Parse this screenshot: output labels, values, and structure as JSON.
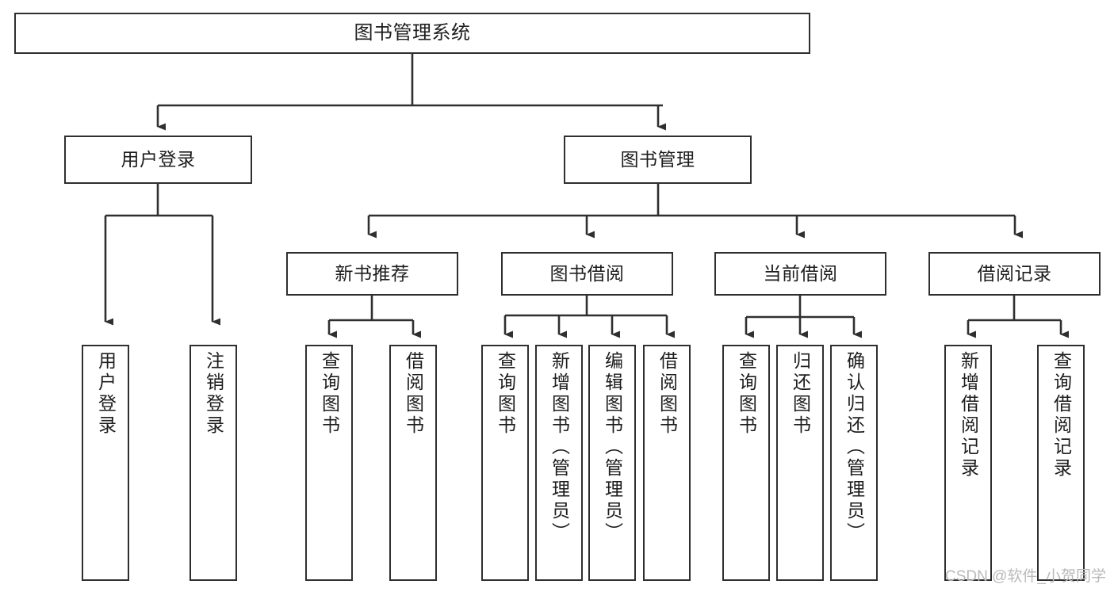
{
  "diagram": {
    "title": "图书管理系统",
    "type": "tree-hierarchy",
    "line_color": "#2f2f2f",
    "box_fill": "#ffffff",
    "text_color": "#1d1d1d"
  },
  "root": {
    "label": "图书管理系统"
  },
  "level1": [
    {
      "label": "用户登录"
    },
    {
      "label": "图书管理"
    }
  ],
  "level2": [
    {
      "label": "新书推荐"
    },
    {
      "label": "图书借阅"
    },
    {
      "label": "当前借阅"
    },
    {
      "label": "借阅记录"
    }
  ],
  "leaves": {
    "user_login": [
      {
        "label": "用户登录"
      },
      {
        "label": "注销登录"
      }
    ],
    "new_book_rec": [
      {
        "label": "查询图书"
      },
      {
        "label": "借阅图书"
      }
    ],
    "book_borrow": [
      {
        "label": "查询图书"
      },
      {
        "label": "新增图书（管理员）"
      },
      {
        "label": "编辑图书（管理员）"
      },
      {
        "label": "借阅图书"
      }
    ],
    "current_borrow": [
      {
        "label": "查询图书"
      },
      {
        "label": "归还图书"
      },
      {
        "label": "确认归还（管理员）"
      }
    ],
    "borrow_record": [
      {
        "label": "新增借阅记录"
      },
      {
        "label": "查询借阅记录"
      }
    ]
  },
  "watermark": {
    "text": "CSDN @软件_小贺同学",
    "color": "#b9b9b9"
  }
}
